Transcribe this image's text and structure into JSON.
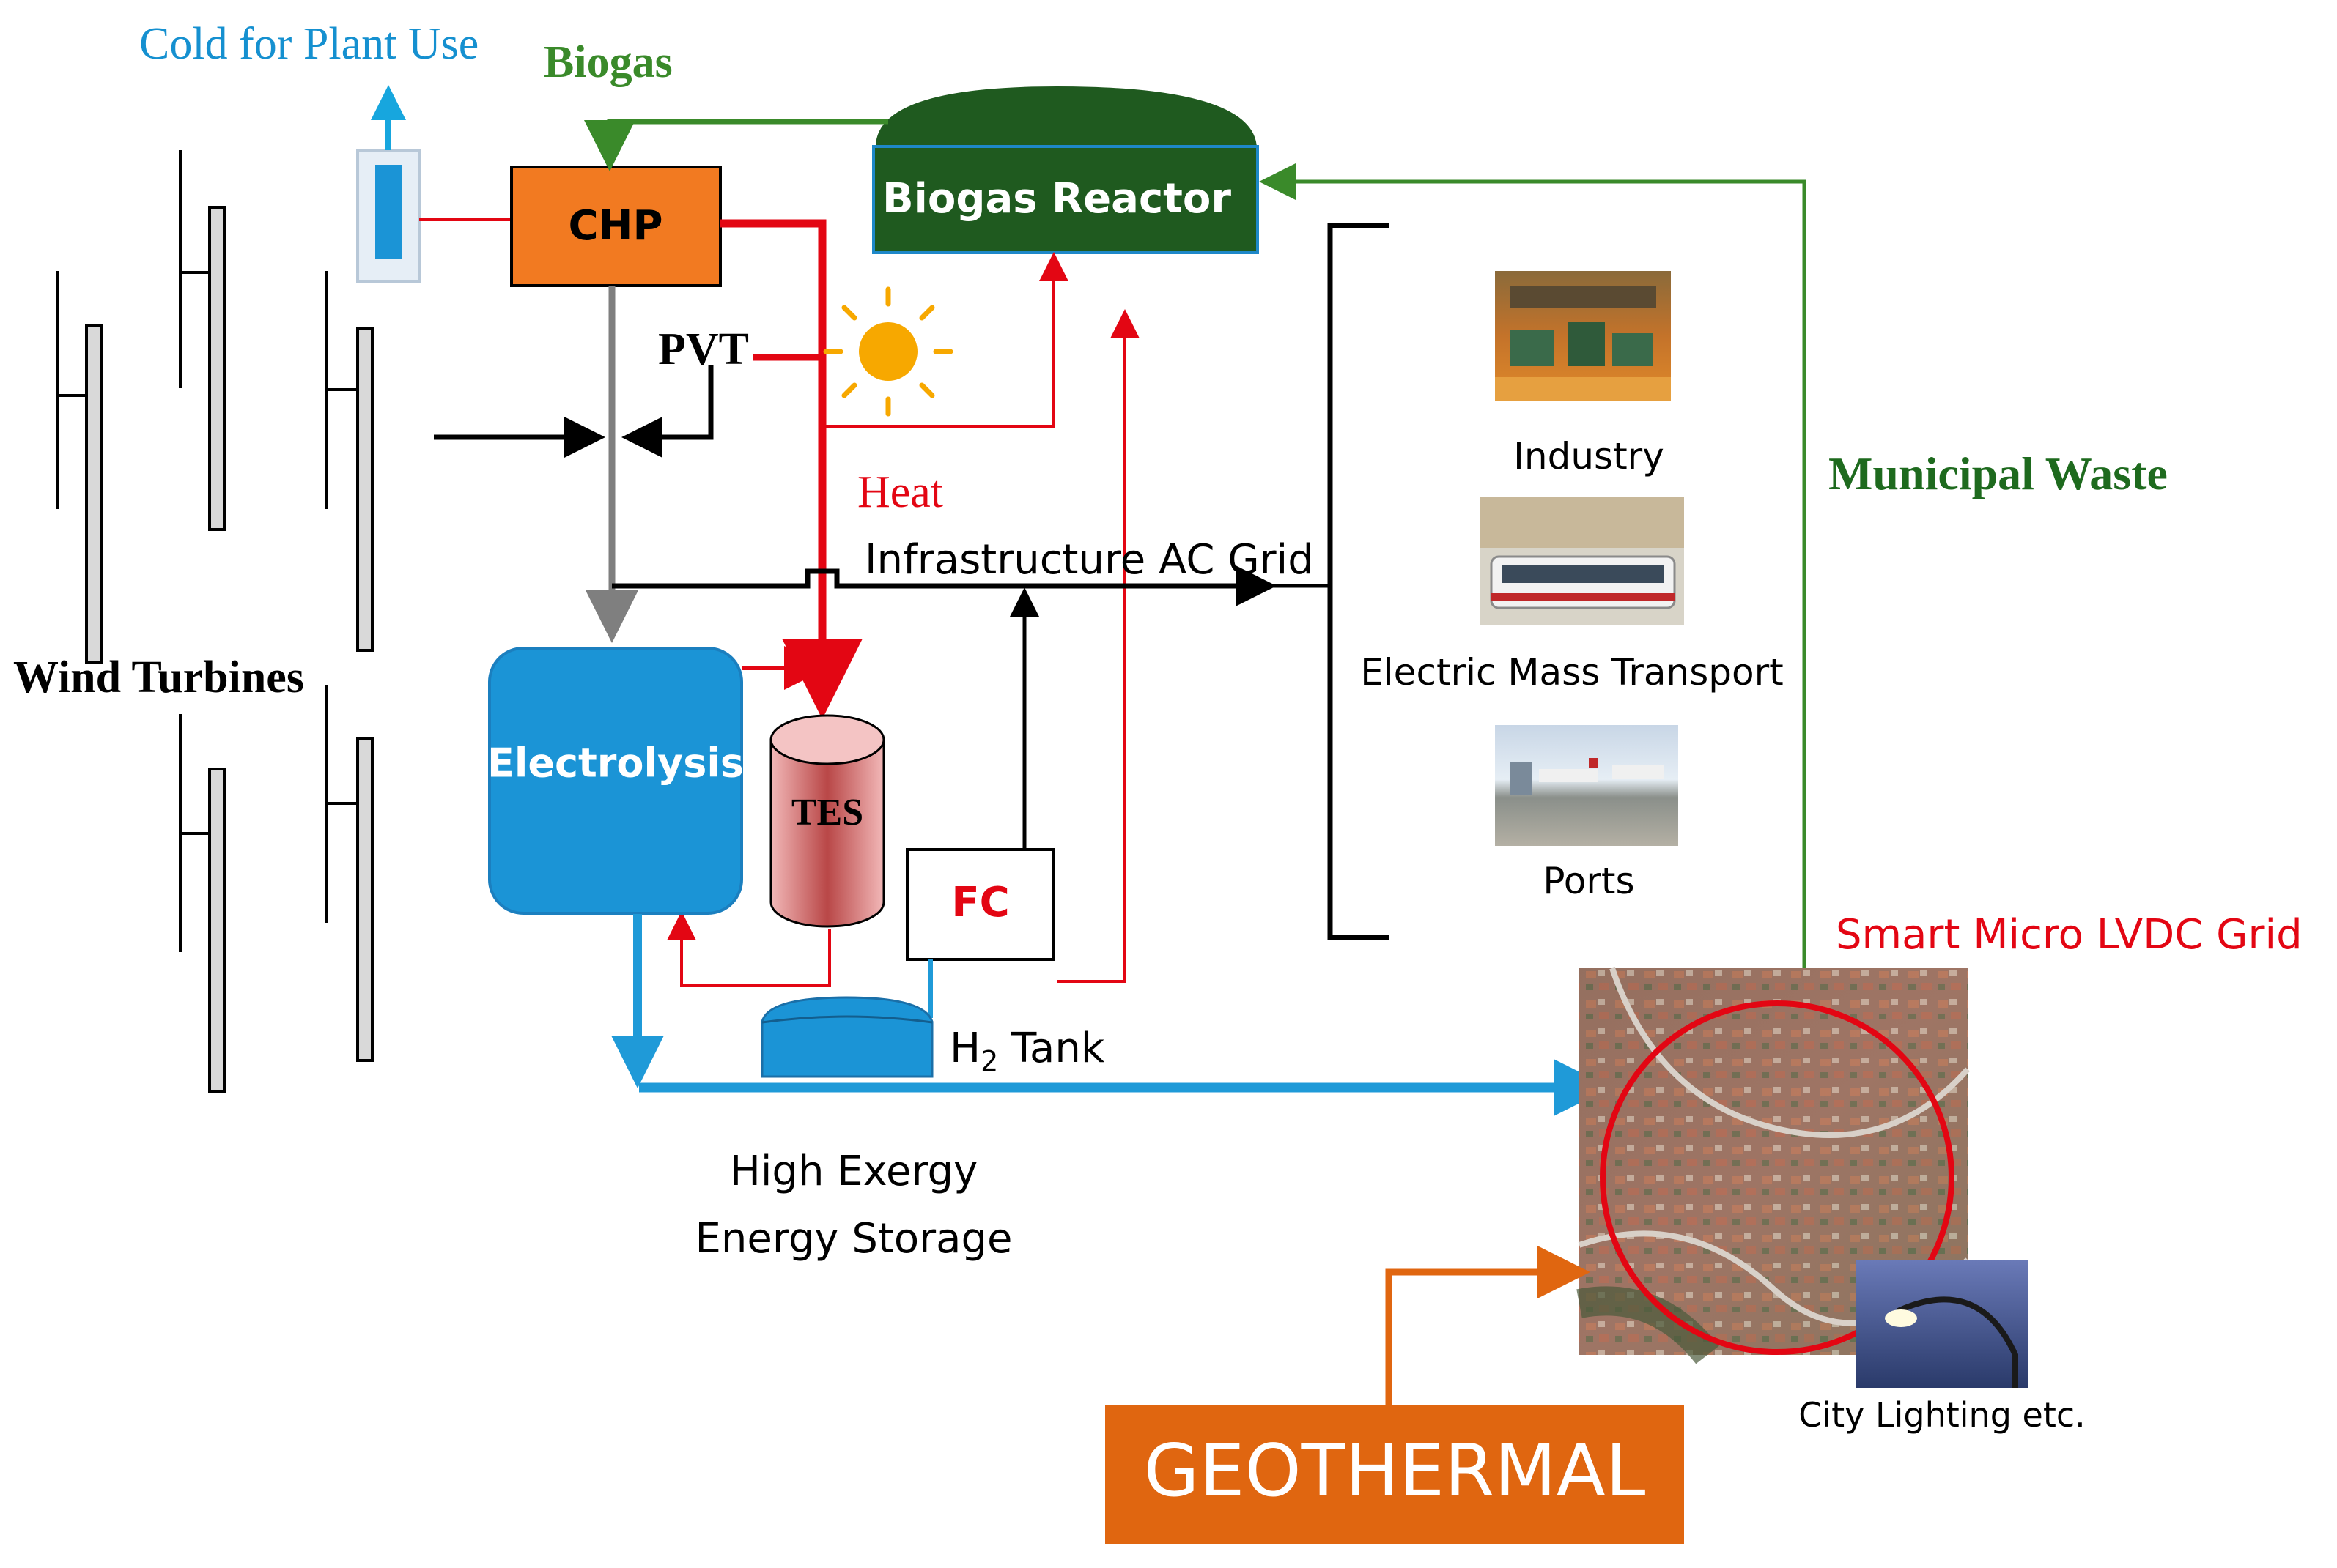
{
  "labels": {
    "cold_for_plant_use": "Cold for Plant Use",
    "biogas": "Biogas",
    "biogas_reactor": "Biogas Reactor",
    "chp": "CHP",
    "pvt": "PVT",
    "heat": "Heat",
    "infrastructure_ac_grid": "Infrastructure AC Grid",
    "wind_turbines": "Wind Turbines",
    "electrolysis": "Electrolysis",
    "tes": "TES",
    "fc": "FC",
    "h2_tank_main": "H",
    "h2_tank_sub": "2",
    "h2_tank_rest": " Tank",
    "high_exergy_line1": "High Exergy",
    "high_exergy_line2": "Energy Storage",
    "industry": "Industry",
    "electric_mass_transport": "Electric Mass Transport",
    "ports": "Ports",
    "municipal_waste": "Municipal Waste",
    "smart_micro_lvdc_grid": "Smart Micro LVDC Grid",
    "city_lighting": "City Lighting etc.",
    "geothermal": "GEOTHERMAL"
  },
  "colors": {
    "heat_red": "#e30613",
    "biogas_green": "#3a8a2a",
    "reactor_green": "#1f5a1f",
    "chp_orange": "#f27a21",
    "electrolysis_blue": "#1b94d6",
    "hydrogen_blue": "#1f9ad8",
    "cold_blue": "#17a6de",
    "geothermal_orange": "#e06610",
    "tes_pink": "#e39a9a",
    "sun_yellow": "#f7a800",
    "municipal_green": "#1e6a1e",
    "gray_flow": "#7f7f7f"
  },
  "icons": {
    "sun": "sun-icon",
    "wind_turbine": "wind-turbine-icon",
    "cold_unit": "cold-unit-icon"
  }
}
